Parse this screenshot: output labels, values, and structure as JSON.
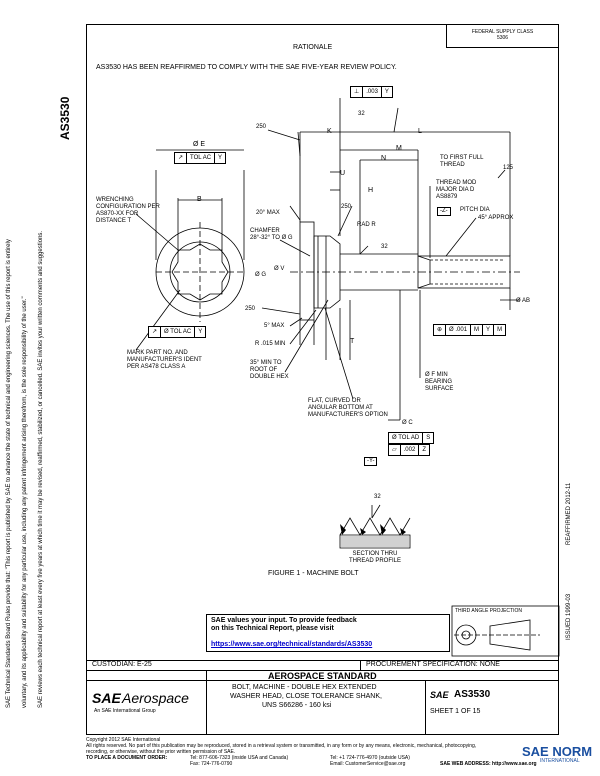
{
  "header": {
    "rationale_title": "RATIONALE",
    "rationale_text": "AS3530 HAS BEEN REAFFIRMED TO COMPLY WITH THE SAE FIVE-YEAR REVIEW POLICY.",
    "fed_supply_class": "FEDERAL SUPPLY CLASS",
    "fsc_code": "5306"
  },
  "left_margin": {
    "doc_id": "AS3530",
    "notice_line1": "SAE Technical Standards Board Rules provide that: \"This report is published by SAE to advance the state of technical and engineering sciences. The use of this report is entirely",
    "notice_line2": "voluntary, and its applicability and suitability for any particular use, including any patent infringement arising therefrom, is the sole responsibility of the user.\"",
    "notice_line3": "SAE reviews each technical report at least every five years at which time it may be revised, reaffirmed, stabilized, or cancelled. SAE invites your written comments and suggestions."
  },
  "right_margin": {
    "issued": "ISSUED 1999-03",
    "reaffirmed": "REAFFIRMED 2012-11",
    "sep": "—"
  },
  "drawing": {
    "dims": {
      "dim_003": ".003",
      "y_datum": "Y",
      "angle_32_top": "32",
      "d250_top": "250",
      "K": "K",
      "L": "L",
      "M": "M",
      "N": "N",
      "to_first_full_thread": "TO FIRST FULL THREAD",
      "d125": "125",
      "U": "U",
      "H": "H",
      "thread_mod": "THREAD MOD MAJOR DIA D AS8879",
      "pitch_dia": "PITCH DIA",
      "z_box": "-Z-",
      "angle_45": "45° APPROX",
      "d250_mid": "250",
      "rad_R": "RAD R",
      "deg20": "20° MAX",
      "chamfer": "CHAMFER 28°-32° TO Ø G",
      "G": "Ø G",
      "V": "Ø V",
      "angle_32_mid": "32",
      "AB": "Ø AB",
      "d250_left": "250",
      "deg5": "5° MAX",
      "R015": "R .015 MIN",
      "T": "T",
      "deg35": "35° MIN TO ROOT OF DOUBLE HEX",
      "F_min": "Ø F MIN BEARING SURFACE",
      "flat_curved": "FLAT, CURVED OR ANGULAR BOTTOM AT MANUFACTURER'S OPTION",
      "C": "Ø C",
      "E": "Ø E",
      "B": "B",
      "wrenching": "WRENCHING CONFIGURATION PER AS870-XX FOR DISTANCE T",
      "mark_part": "MARK PART NO. AND MANUFACTURER'S IDENT PER AS478 CLASS A",
      "tol_ac_y": "TOL AC",
      "tol_ac_y2": "Ø TOL AC",
      "y": "Y",
      "pos_001": "Ø .001",
      "m": "M",
      "tol_ad": "Ø TOL AD",
      "s": "S",
      "d002": ".002",
      "z": "Z",
      "y_ref": "-Y-",
      "angle_32_bot": "32",
      "section_thru": "SECTION THRU THREAD PROFILE",
      "figure_caption": "FIGURE 1 - MACHINE BOLT"
    }
  },
  "feedback": {
    "line1": "SAE values your input. To provide feedback",
    "line2": "on this Technical Report, please visit",
    "url": "https://www.sae.org/technical/standards/AS3530"
  },
  "projection": {
    "label": "THIRD ANGLE PROJECTION"
  },
  "title_block": {
    "custodian": "CUSTODIAN: E-25",
    "procurement": "PROCUREMENT SPECIFICATION: NONE",
    "standard_title": "AEROSPACE STANDARD",
    "logo_sae": "SAE",
    "logo_aero": "Aerospace",
    "logo_sub": "An SAE International Group",
    "desc_line1": "BOLT, MACHINE - DOUBLE HEX EXTENDED",
    "desc_line2": "WASHER HEAD, CLOSE TOLERANCE SHANK,",
    "desc_line3": "UNS S66286 - 160 ksi",
    "doc_sae": "SAE",
    "doc_id": "AS3530",
    "sheet": "SHEET 1 OF 15"
  },
  "footer": {
    "copyright": "Copyright 2012 SAE International",
    "rights": "All rights reserved. No part of this publication may be reproduced, stored in a retrieval system or transmitted, in any form or by any means, electronic, mechanical, photocopying,",
    "rights2": "recording, or otherwise, without the prior written permission of SAE.",
    "order_label": "TO PLACE A DOCUMENT ORDER:",
    "tel": "Tel: 877-606-7323 (inside USA and Canada)",
    "tel2": "Tel: +1 724-776-4970 (outside USA)",
    "fax": "Fax: 724-776-0790",
    "email": "Email: CustomerService@sae.org",
    "web": "SAE WEB ADDRESS: http://www.sae.org"
  },
  "watermark": {
    "text": "SAE NORM",
    "sub": "INTERNATIONAL"
  }
}
